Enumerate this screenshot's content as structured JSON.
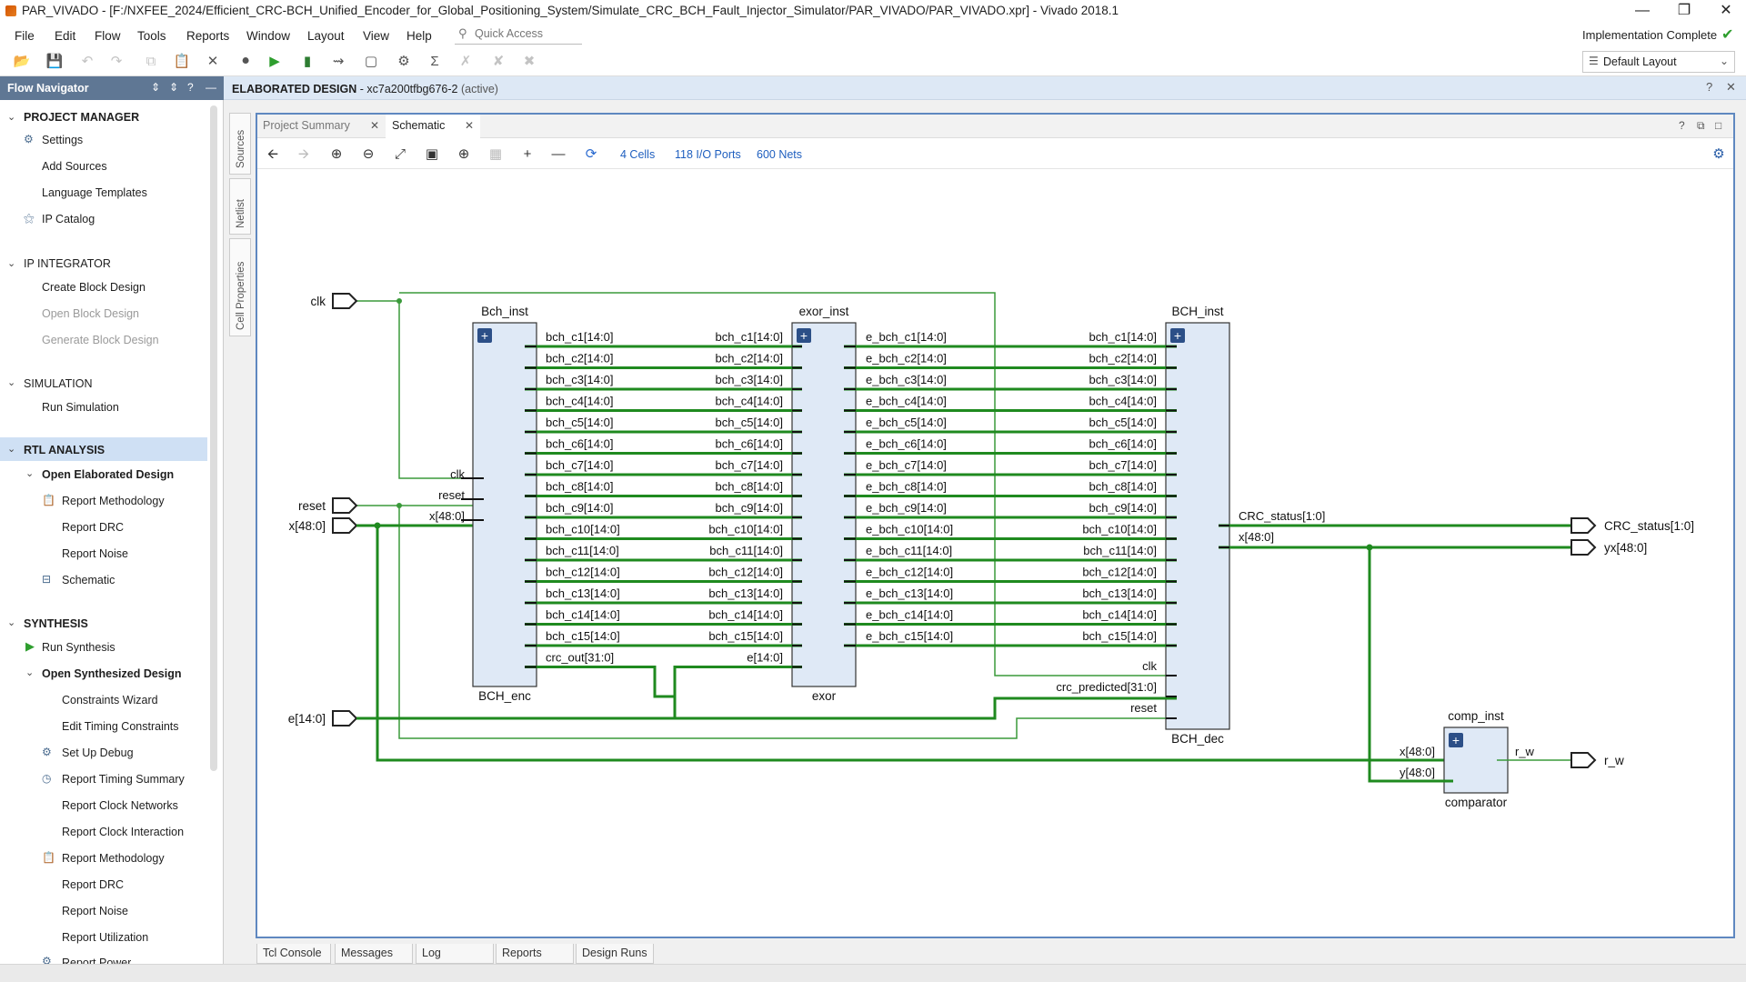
{
  "window": {
    "title": "PAR_VIVADO - [F:/NXFEE_2024/Efficient_CRC-BCH_Unified_Encoder_for_Global_Positioning_System/Simulate_CRC_BCH_Fault_Injector_Simulator/PAR_VIVADO/PAR_VIVADO.xpr] - Vivado 2018.1"
  },
  "menu": [
    "File",
    "Edit",
    "Flow",
    "Tools",
    "Reports",
    "Window",
    "Layout",
    "View",
    "Help"
  ],
  "quick_access": {
    "placeholder": "Quick Access"
  },
  "status": {
    "text": "Implementation Complete"
  },
  "layout_select": {
    "value": "Default Layout"
  },
  "flow_nav": {
    "title": "Flow Navigator",
    "project_manager": {
      "label": "PROJECT MANAGER",
      "items": [
        "Settings",
        "Add Sources",
        "Language Templates",
        "IP Catalog"
      ]
    },
    "ip_integrator": {
      "label": "IP INTEGRATOR",
      "items": [
        "Create Block Design",
        "Open Block Design",
        "Generate Block Design"
      ]
    },
    "simulation": {
      "label": "SIMULATION",
      "items": [
        "Run Simulation"
      ]
    },
    "rtl_analysis": {
      "label": "RTL ANALYSIS",
      "open": "Open Elaborated Design",
      "items": [
        "Report Methodology",
        "Report DRC",
        "Report Noise",
        "Schematic"
      ]
    },
    "synthesis": {
      "label": "SYNTHESIS",
      "run": "Run Synthesis",
      "open": "Open Synthesized Design",
      "items": [
        "Constraints Wizard",
        "Edit Timing Constraints",
        "Set Up Debug",
        "Report Timing Summary",
        "Report Clock Networks",
        "Report Clock Interaction",
        "Report Methodology",
        "Report DRC",
        "Report Noise",
        "Report Utilization",
        "Report Power"
      ]
    }
  },
  "design_bar": {
    "title": "ELABORATED DESIGN",
    "part": " - xc7a200tfbg676-2",
    "state": "(active)"
  },
  "side_tabs": [
    "Sources",
    "Netlist",
    "Cell Properties"
  ],
  "tabs": [
    "Project Summary",
    "Schematic"
  ],
  "schematic_stats": {
    "cells": "4 Cells",
    "ports": "118 I/O Ports",
    "nets": "600 Nets"
  },
  "bottom_tabs": [
    "Tcl Console",
    "Messages",
    "Log",
    "Reports",
    "Design Runs"
  ],
  "schematic": {
    "ports_in": [
      "clk",
      "reset",
      "x[48:0]",
      "e[14:0]"
    ],
    "ports_out": [
      "CRC_status[1:0]",
      "yx[48:0]",
      "r_w"
    ],
    "cells": [
      {
        "inst": "Bch_inst",
        "type": "BCH_enc",
        "inputs": [
          "clk",
          "reset",
          "x[48:0]"
        ],
        "outputs": [
          "bch_c1[14:0]",
          "bch_c2[14:0]",
          "bch_c3[14:0]",
          "bch_c4[14:0]",
          "bch_c5[14:0]",
          "bch_c6[14:0]",
          "bch_c7[14:0]",
          "bch_c8[14:0]",
          "bch_c9[14:0]",
          "bch_c10[14:0]",
          "bch_c11[14:0]",
          "bch_c12[14:0]",
          "bch_c13[14:0]",
          "bch_c14[14:0]",
          "bch_c15[14:0]",
          "crc_out[31:0]"
        ]
      },
      {
        "inst": "exor_inst",
        "type": "exor",
        "inputs": [
          "bch_c1[14:0]",
          "bch_c2[14:0]",
          "bch_c3[14:0]",
          "bch_c4[14:0]",
          "bch_c5[14:0]",
          "bch_c6[14:0]",
          "bch_c7[14:0]",
          "bch_c8[14:0]",
          "bch_c9[14:0]",
          "bch_c10[14:0]",
          "bch_c11[14:0]",
          "bch_c12[14:0]",
          "bch_c13[14:0]",
          "bch_c14[14:0]",
          "bch_c15[14:0]",
          "e[14:0]"
        ],
        "outputs": [
          "e_bch_c1[14:0]",
          "e_bch_c2[14:0]",
          "e_bch_c3[14:0]",
          "e_bch_c4[14:0]",
          "e_bch_c5[14:0]",
          "e_bch_c6[14:0]",
          "e_bch_c7[14:0]",
          "e_bch_c8[14:0]",
          "e_bch_c9[14:0]",
          "e_bch_c10[14:0]",
          "e_bch_c11[14:0]",
          "e_bch_c12[14:0]",
          "e_bch_c13[14:0]",
          "e_bch_c14[14:0]",
          "e_bch_c15[14:0]"
        ]
      },
      {
        "inst": "BCH_inst",
        "type": "BCH_dec",
        "inputs": [
          "bch_c1[14:0]",
          "bch_c2[14:0]",
          "bch_c3[14:0]",
          "bch_c4[14:0]",
          "bch_c5[14:0]",
          "bch_c6[14:0]",
          "bch_c7[14:0]",
          "bch_c8[14:0]",
          "bch_c9[14:0]",
          "bch_c10[14:0]",
          "bch_c11[14:0]",
          "bch_c12[14:0]",
          "bch_c13[14:0]",
          "bch_c14[14:0]",
          "bch_c15[14:0]",
          "clk",
          "crc_predicted[31:0]",
          "reset"
        ],
        "outputs": [
          "CRC_status[1:0]",
          "x[48:0]"
        ]
      },
      {
        "inst": "comp_inst",
        "type": "comparator",
        "inputs": [
          "x[48:0]",
          "y[48:0]"
        ],
        "outputs": [
          "r_w"
        ]
      }
    ]
  }
}
